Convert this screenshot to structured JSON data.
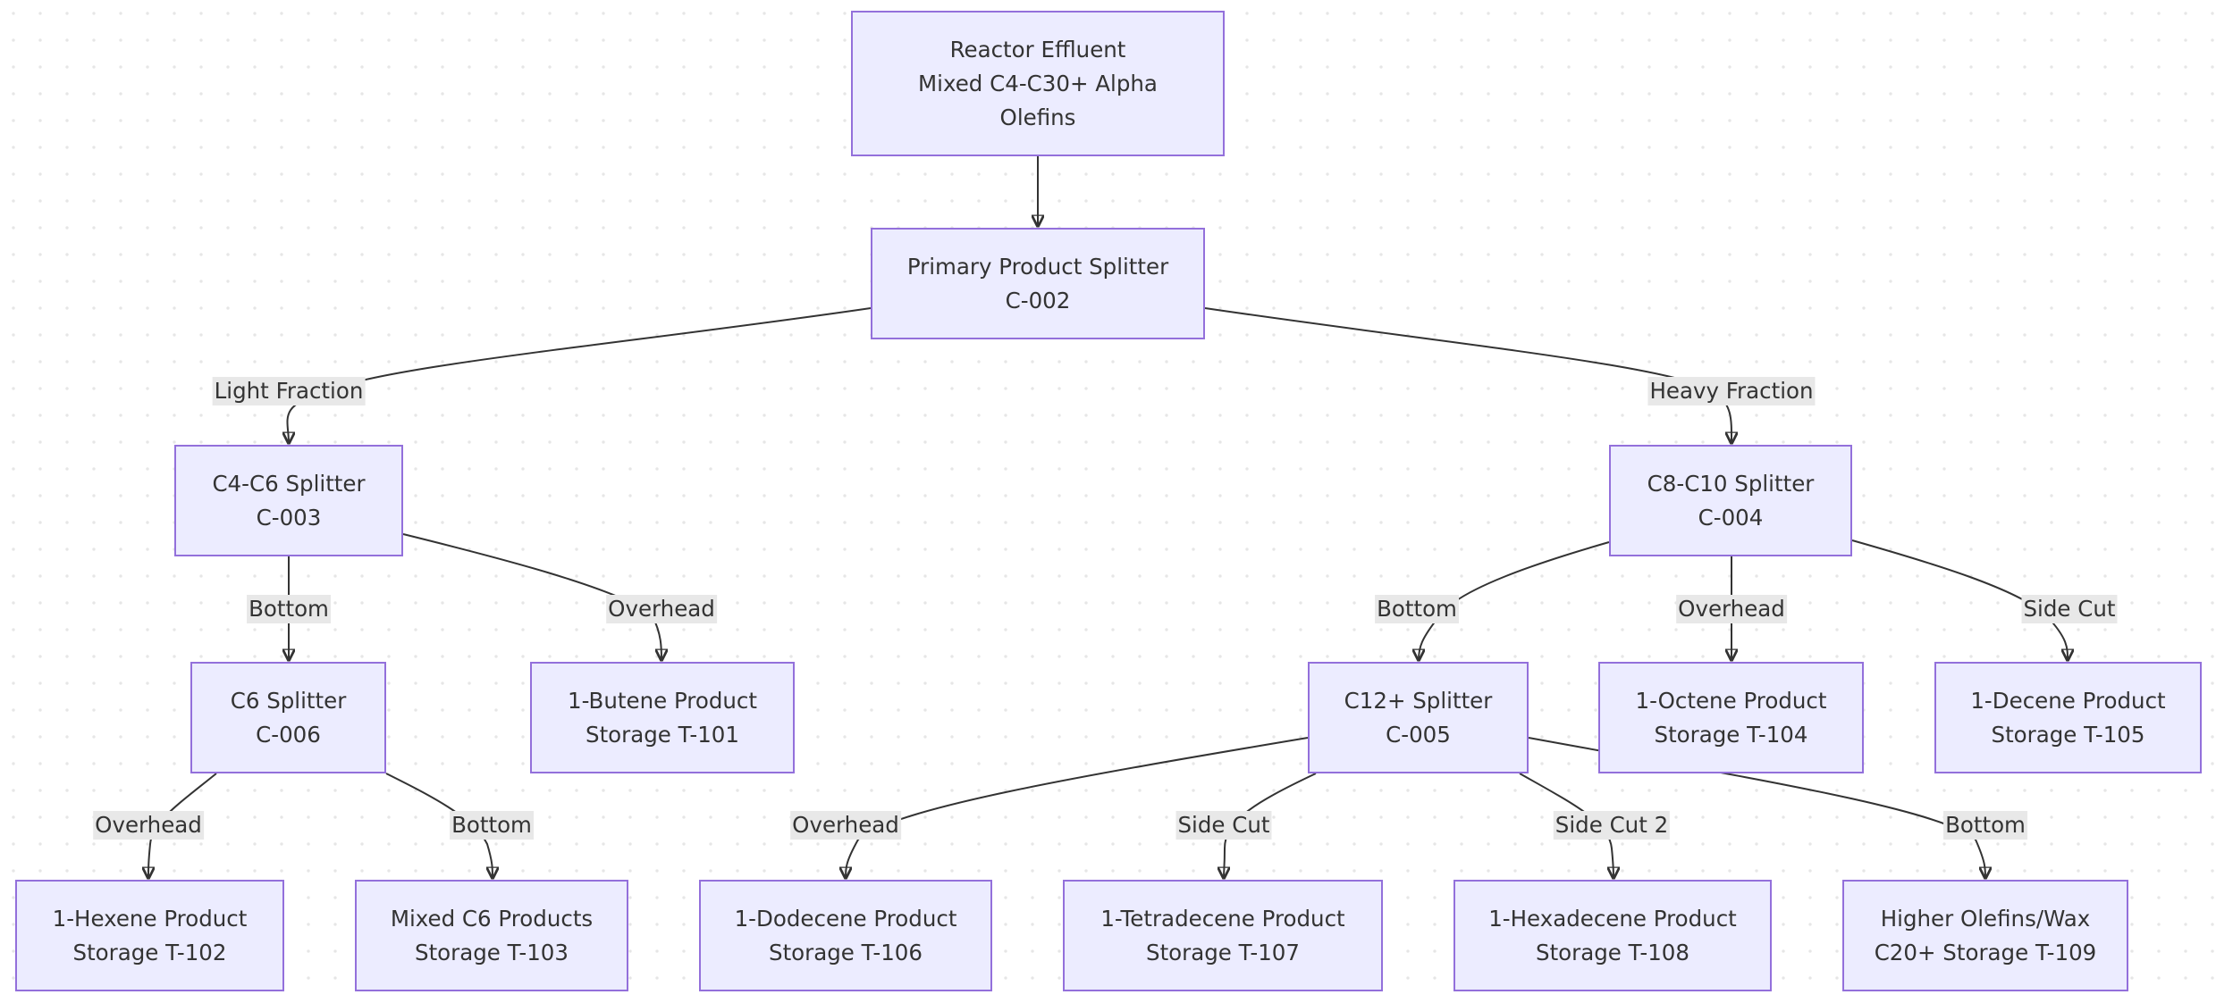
{
  "nodes": {
    "reactor": {
      "line1": "Reactor Effluent",
      "line2": "Mixed C4-C30+ Alpha",
      "line3": "Olefins"
    },
    "c002": {
      "line1": "Primary Product Splitter",
      "line2": "C-002"
    },
    "c003": {
      "line1": "C4-C6 Splitter",
      "line2": "C-003"
    },
    "c004": {
      "line1": "C8-C10 Splitter",
      "line2": "C-004"
    },
    "c006": {
      "line1": "C6 Splitter",
      "line2": "C-006"
    },
    "t101": {
      "line1": "1-Butene Product",
      "line2": "Storage T-101"
    },
    "c005": {
      "line1": "C12+ Splitter",
      "line2": "C-005"
    },
    "t104": {
      "line1": "1-Octene Product",
      "line2": "Storage T-104"
    },
    "t105": {
      "line1": "1-Decene Product",
      "line2": "Storage T-105"
    },
    "t102": {
      "line1": "1-Hexene Product",
      "line2": "Storage T-102"
    },
    "t103": {
      "line1": "Mixed C6 Products",
      "line2": "Storage T-103"
    },
    "t106": {
      "line1": "1-Dodecene Product",
      "line2": "Storage T-106"
    },
    "t107": {
      "line1": "1-Tetradecene Product",
      "line2": "Storage T-107"
    },
    "t108": {
      "line1": "1-Hexadecene Product",
      "line2": "Storage T-108"
    },
    "t109": {
      "line1": "Higher Olefins/Wax",
      "line2": "C20+ Storage T-109"
    }
  },
  "edge_labels": {
    "light_fraction": "Light Fraction",
    "heavy_fraction": "Heavy Fraction",
    "c003_bottom": "Bottom",
    "c003_overhead": "Overhead",
    "c004_bottom": "Bottom",
    "c004_overhead": "Overhead",
    "c004_sidecut": "Side Cut",
    "c006_overhead": "Overhead",
    "c006_bottom": "Bottom",
    "c005_overhead": "Overhead",
    "c005_sidecut": "Side Cut",
    "c005_sidecut2": "Side Cut 2",
    "c005_bottom": "Bottom"
  },
  "colors": {
    "node_fill": "#ececff",
    "node_border": "#9370db",
    "edge": "#333333",
    "label_bg": "#e8e8e8",
    "text": "#333333"
  }
}
